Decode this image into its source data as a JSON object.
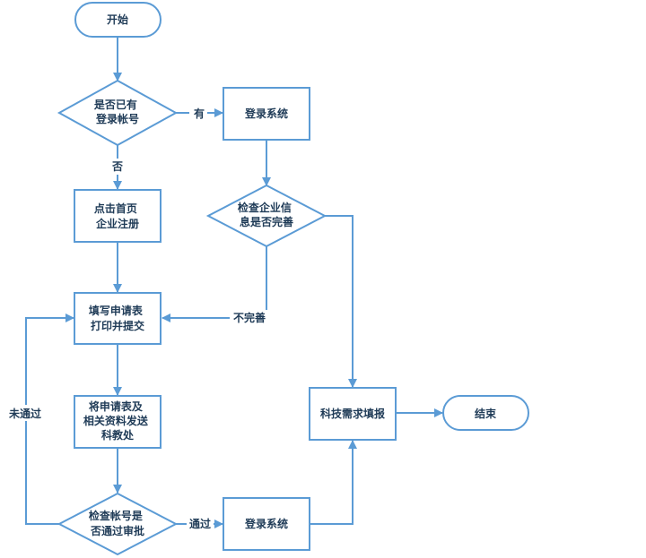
{
  "colors": {
    "stroke": "#5b9bd5",
    "text": "#1f3b57",
    "background": "#ffffff"
  },
  "nodes": {
    "start": {
      "type": "terminal",
      "lines": [
        "开始"
      ]
    },
    "has_account": {
      "type": "decision",
      "lines": [
        "是否已有",
        "登录帐号"
      ]
    },
    "login_1": {
      "type": "process",
      "lines": [
        "登录系统"
      ]
    },
    "register": {
      "type": "process",
      "lines": [
        "点击首页",
        "企业注册"
      ]
    },
    "check_info": {
      "type": "decision",
      "lines": [
        "检查企业信",
        "息是否完善"
      ]
    },
    "fill_form": {
      "type": "process",
      "lines": [
        "填写申请表",
        "打印并提交"
      ]
    },
    "send_materials": {
      "type": "process",
      "lines": [
        "将申请表及",
        "相关资料发送",
        "科教处"
      ]
    },
    "demand_fill": {
      "type": "process",
      "lines": [
        "科技需求填报"
      ]
    },
    "end": {
      "type": "terminal",
      "lines": [
        "结束"
      ]
    },
    "check_approval": {
      "type": "decision",
      "lines": [
        "检查帐号是",
        "否通过审批"
      ]
    },
    "login_2": {
      "type": "process",
      "lines": [
        "登录系统"
      ]
    }
  },
  "edge_labels": {
    "yes": "有",
    "no": "否",
    "incomplete": "不完善",
    "not_passed": "未通过",
    "passed": "通过"
  }
}
